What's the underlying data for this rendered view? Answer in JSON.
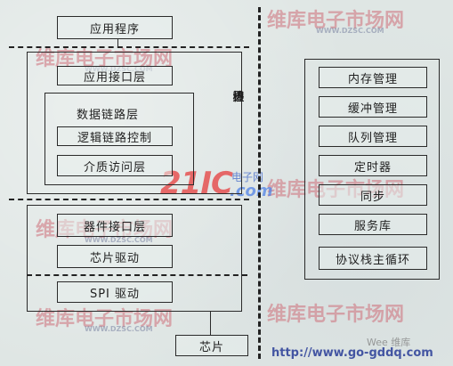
{
  "left": {
    "app_program": "应用程序",
    "app_interface_layer": "应用接口层",
    "data_link_layer": "数据链路层",
    "logical_link_control": "逻辑链路控制",
    "media_access_layer": "介质访问层",
    "device_interface_layer": "器件接口层",
    "chip_driver": "芯片驱动",
    "spi_driver": "SPI 驱动",
    "chip": "芯片"
  },
  "boundary_label": [
    "移",
    "植",
    "边",
    "界"
  ],
  "right": {
    "items": [
      "内存管理",
      "缓冲管理",
      "队列管理",
      "定时器",
      "同步",
      "服务库",
      "协议栈主循环"
    ]
  },
  "watermarks": {
    "logo_text": "维库电子市场网",
    "logo_url": "WWW.DZSC.COM",
    "brand_21ic": "21IC",
    "brand_21ic_sub": "电子网",
    "brand_21ic_com": ".com",
    "bottom_url": "http://www.go-gddq.com",
    "bottom_wlog": "Wee 维库"
  }
}
